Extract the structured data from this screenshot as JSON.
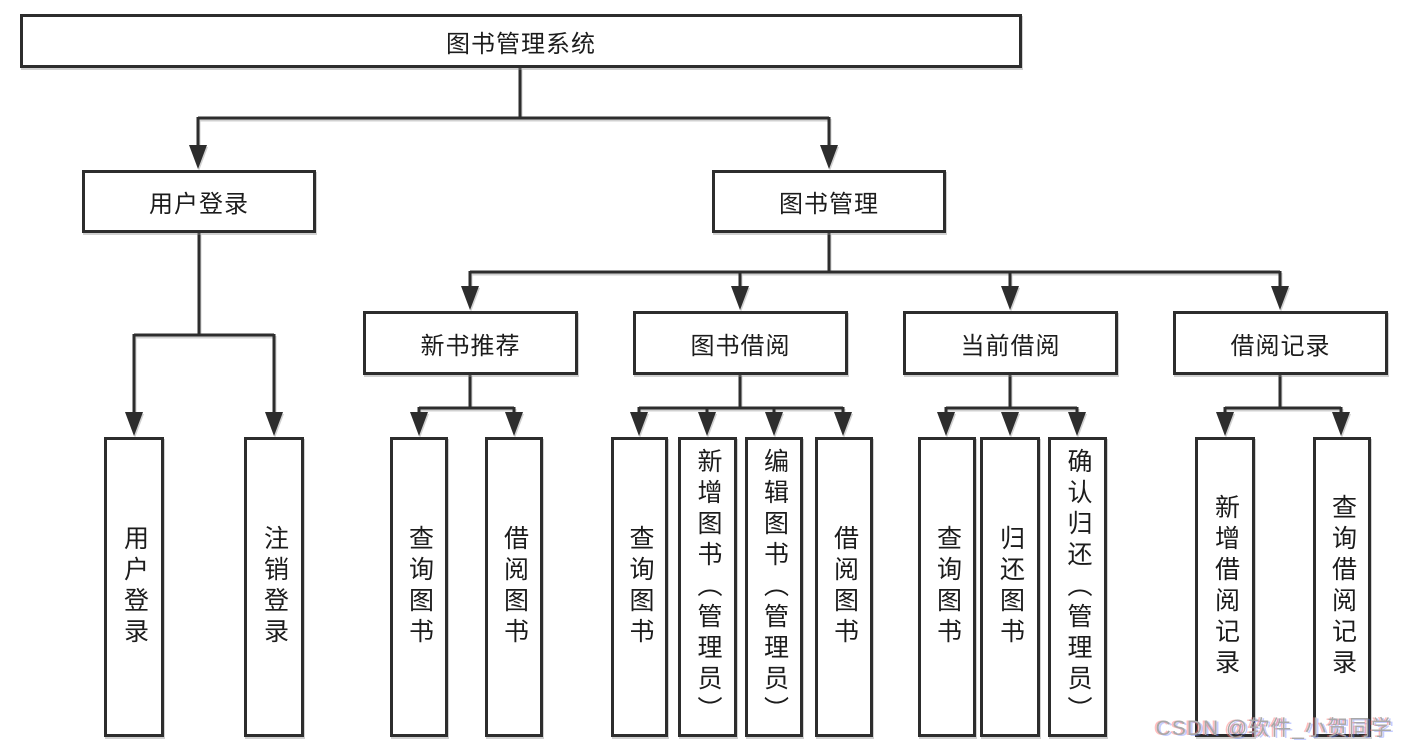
{
  "nodes": {
    "root": {
      "label": "图书管理系统"
    },
    "user_login": {
      "label": "用户登录"
    },
    "book_mgmt": {
      "label": "图书管理"
    },
    "new_book_rec": {
      "label": "新书推荐"
    },
    "book_borrow": {
      "label": "图书借阅"
    },
    "current_borrow": {
      "label": "当前借阅"
    },
    "borrow_records": {
      "label": "借阅记录"
    },
    "leaf_user_login": {
      "label": "用户登录"
    },
    "leaf_logout": {
      "label": "注销登录"
    },
    "rec_query_books": {
      "label": "查询图书"
    },
    "rec_borrow_books": {
      "label": "借阅图书"
    },
    "bb_query_books": {
      "label": "查询图书"
    },
    "bb_add_books": {
      "label": "新增图书（管理员）"
    },
    "bb_edit_books": {
      "label": "编辑图书（管理员）"
    },
    "bb_borrow_books": {
      "label": "借阅图书"
    },
    "cb_query_books": {
      "label": "查询图书"
    },
    "cb_return_books": {
      "label": "归还图书"
    },
    "cb_confirm_return": {
      "label": "确认归还（管理员）"
    },
    "br_add_record": {
      "label": "新增借阅记录"
    },
    "br_query_record": {
      "label": "查询借阅记录"
    }
  },
  "watermark": {
    "text": "CSDN @软件_小贺同学"
  },
  "colors": {
    "line": "#2d2d2d",
    "box_border": "#2d2d2d",
    "text": "#1c1c1c",
    "watermark_gray": "#a8a8a8",
    "background": "#ffffff"
  }
}
